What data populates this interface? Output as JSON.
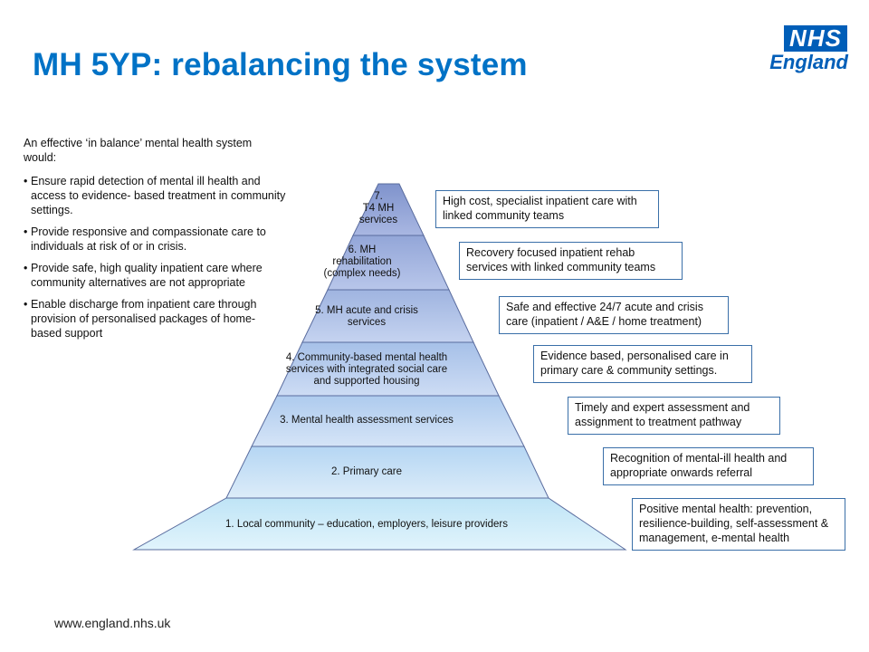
{
  "header": {
    "title": "MH 5YP: rebalancing the system"
  },
  "logo": {
    "nhs": "NHS",
    "region": "England"
  },
  "intro": {
    "lead": "An effective ‘in balance’ mental health system would:",
    "bullets": [
      "Ensure rapid detection of mental ill health and access to evidence- based treatment in community settings.",
      "Provide responsive and compassionate care to individuals at risk of or in crisis.",
      "Provide safe, high quality inpatient care where community alternatives are not appropriate",
      "Enable discharge  from inpatient care through provision of personalised packages of home-based support"
    ]
  },
  "pyramid": {
    "levels": [
      {
        "label": "7.\nT4 MH\nservices"
      },
      {
        "label": "6. MH\nrehabilitation\n(complex needs)"
      },
      {
        "label": "5. MH acute and crisis\nservices"
      },
      {
        "label": "4. Community-based mental health\nservices with integrated social care\nand supported housing"
      },
      {
        "label": "3. Mental health assessment services"
      },
      {
        "label": "2. Primary care"
      },
      {
        "label": "1. Local community – education, employers, leisure providers"
      }
    ]
  },
  "callouts": [
    "High cost, specialist inpatient care with linked community teams",
    "Recovery focused inpatient rehab services with linked community teams",
    "Safe and effective 24/7 acute and crisis care (inpatient / A&E / home treatment)",
    "Evidence based, personalised care in primary care & community settings.",
    "Timely and expert assessment and assignment to treatment pathway",
    "Recognition of mental-ill health and appropriate onwards referral",
    "Positive mental health: prevention, resilience-building, self-assessment & management, e-mental health"
  ],
  "footer": {
    "url": "www.england.nhs.uk"
  },
  "colors": {
    "brand": "#005eb8",
    "title": "#0072c6",
    "tier_top": "#8fa3d6",
    "tier_bottom": "#cdeefa"
  }
}
